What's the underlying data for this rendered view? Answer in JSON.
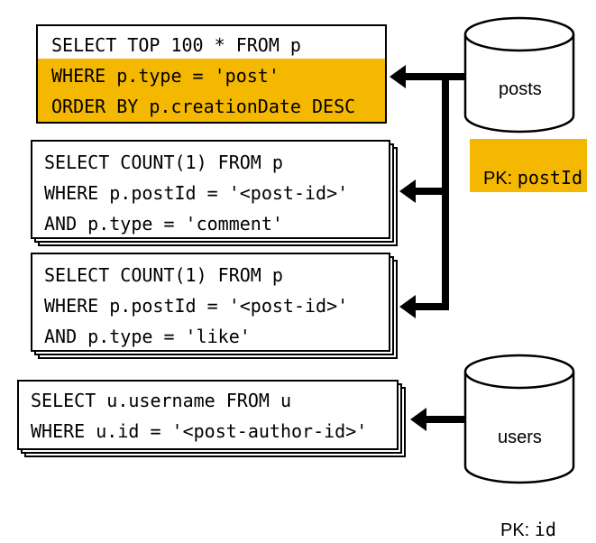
{
  "queries": {
    "q1": {
      "lines": [
        "SELECT TOP 100 * FROM p",
        "WHERE p.type = 'post'",
        "ORDER BY p.creationDate DESC"
      ],
      "highlight_color": "#F5B800"
    },
    "q2": {
      "lines": [
        "SELECT COUNT(1) FROM p",
        "WHERE p.postId = '<post-id>'",
        "AND p.type = 'comment'"
      ]
    },
    "q3": {
      "lines": [
        "SELECT COUNT(1) FROM p",
        "WHERE p.postId = '<post-id>'",
        "AND p.type = 'like'"
      ]
    },
    "q4": {
      "lines": [
        "SELECT u.username FROM u",
        "WHERE u.id = '<post-author-id>'"
      ]
    }
  },
  "databases": {
    "posts": {
      "name": "posts",
      "pk_prefix": "PK: ",
      "pk_field": "postId",
      "pk_color": "#F5B800"
    },
    "users": {
      "name": "users",
      "pk_prefix": "PK: ",
      "pk_field": "id"
    }
  }
}
